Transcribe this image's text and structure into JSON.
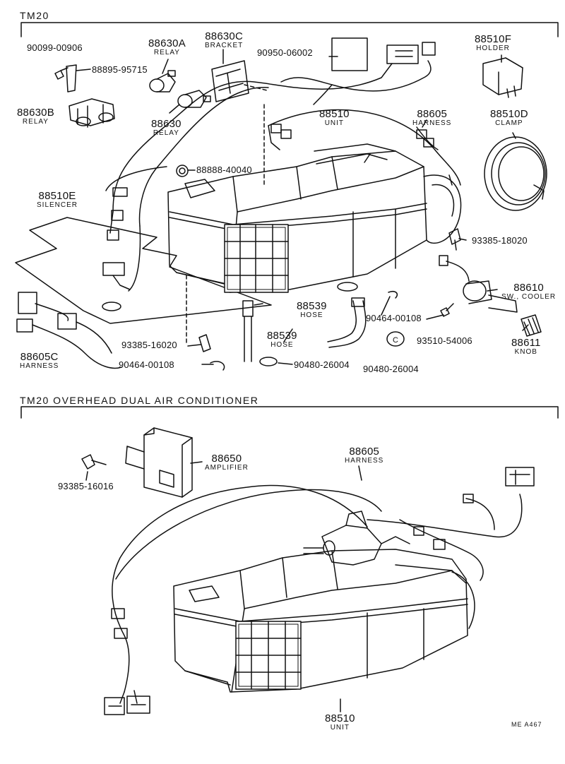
{
  "sections": {
    "top": "TM20",
    "bottom": "TM20  OVERHEAD  DUAL  AIR  CONDITIONER"
  },
  "parts": {
    "p90099": "90099-00906",
    "p88895": "88895-95715",
    "p88630A": "88630A",
    "relay": "RELAY",
    "p88630C": "88630C",
    "bracket": "BRACKET",
    "p90950": "90950-06002",
    "p88510F": "88510F",
    "holder": "HOLDER",
    "p88630B": "88630B",
    "p88630": "88630",
    "p88510": "88510",
    "unit": "UNIT",
    "p88605": "88605",
    "harness": "HARNESS",
    "p88510D": "88510D",
    "clamp": "CLAMP",
    "p88888": "88888-40040",
    "p88510E": "88510E",
    "silencer": "SILENCER",
    "p93385_18020": "93385-18020",
    "p88610": "88610",
    "sw_cooler": "SW., COOLER",
    "p88539": "88539",
    "hose": "HOSE",
    "p90464": "90464-00108",
    "p93510": "93510-54006",
    "p93385_16020": "93385-16020",
    "p88611": "88611",
    "knob": "KNOB",
    "p88605C": "88605C",
    "p90480": "90480-26004",
    "p88650": "88650",
    "amplifier": "AMPLIFIER",
    "p93385_16016": "93385-16016"
  },
  "code": "ME  A467"
}
